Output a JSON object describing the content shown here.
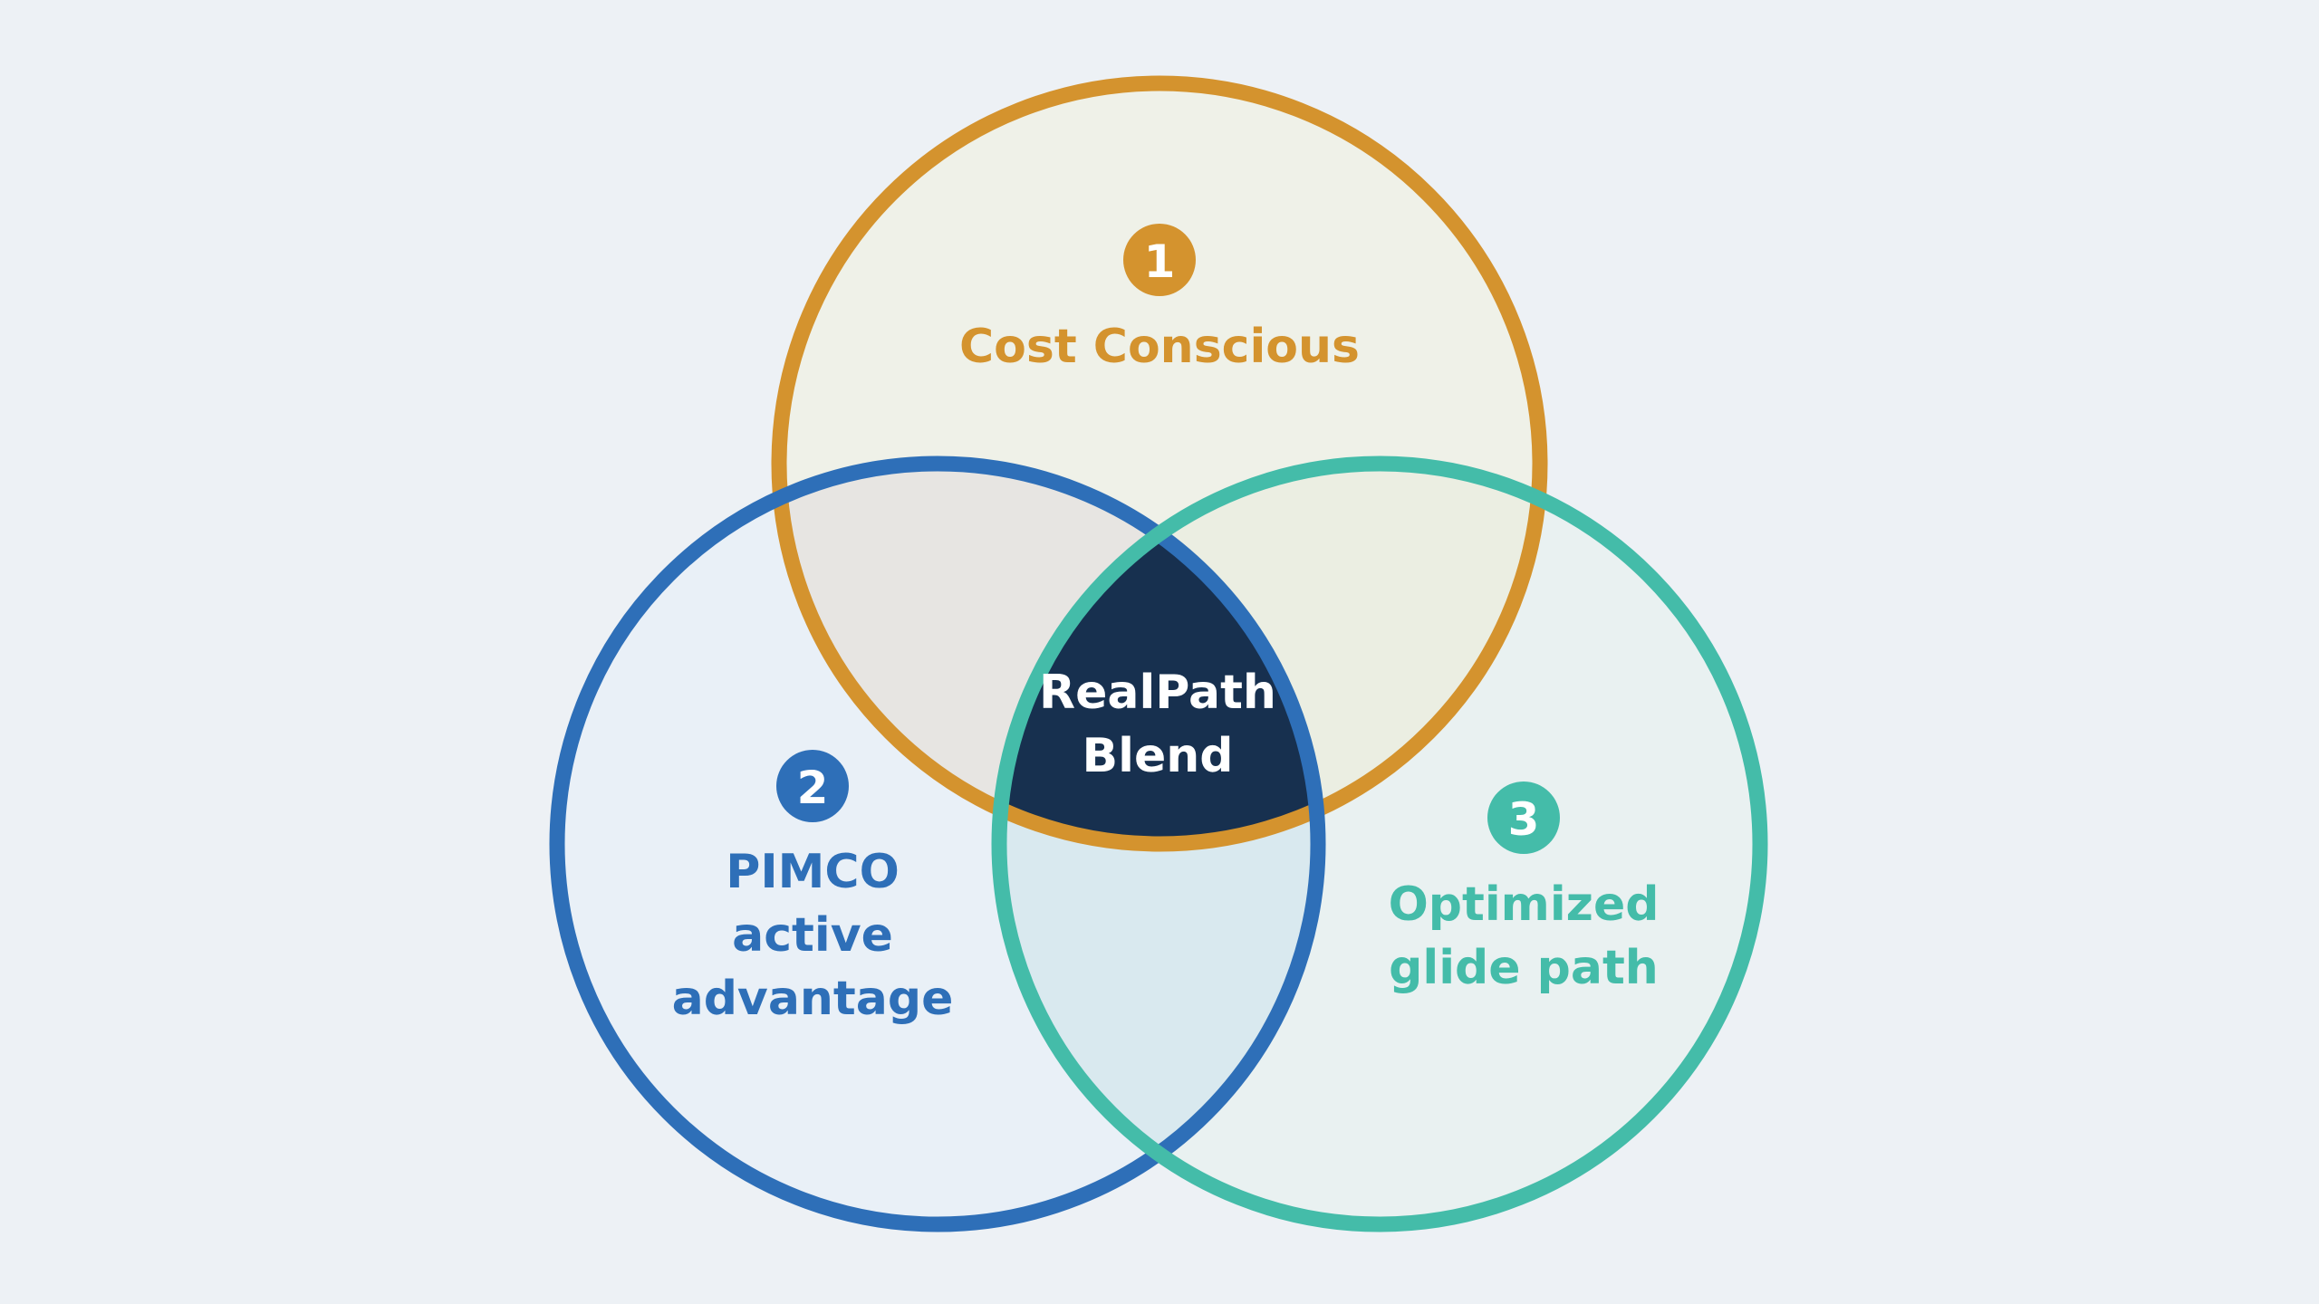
{
  "colors": {
    "background": "#edf1f5",
    "cost": "#d4932e",
    "cost_fill": "#eff1e8",
    "pimco": "#2e6fb8",
    "pimco_fill": "#e9f0f7",
    "glide": "#44bca9",
    "glide_fill": "#e9f1f1",
    "cost_pimco_overlap": "#e7e5e2",
    "cost_glide_overlap": "#ebeee2",
    "pimco_glide_overlap": "#d9e9ef",
    "center": "#17304f",
    "center_text": "#ffffff"
  },
  "circles": [
    {
      "id": "cost-conscious",
      "number": "1",
      "lines": [
        "Cost Conscious"
      ],
      "icon": "number-badge-1"
    },
    {
      "id": "pimco-active-advantage",
      "number": "2",
      "lines": [
        "PIMCO",
        "active",
        "advantage"
      ],
      "icon": "number-badge-2"
    },
    {
      "id": "optimized-glide-path",
      "number": "3",
      "lines": [
        "Optimized",
        "glide path"
      ],
      "icon": "number-badge-3"
    }
  ],
  "center": {
    "lines": [
      "RealPath",
      "Blend"
    ]
  }
}
